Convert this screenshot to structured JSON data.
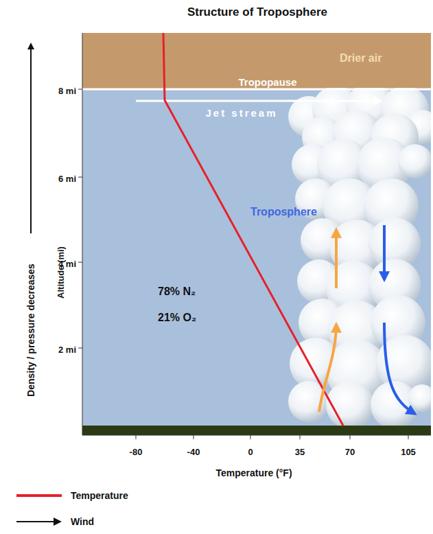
{
  "diagram": {
    "title": "Structure of Troposphere",
    "nodes": [
      {
        "text": [
          "Drier air"
        ]
      },
      {
        "text": [
          "Troposphere"
        ]
      }
    ],
    "labels": [
      "Tropopause",
      "Jet stream",
      "78% N₂",
      "21% O₂",
      "8 mi",
      "6 mi",
      "4 mi",
      "2 mi",
      "Altitude (mi)",
      "Density / pressure decreases",
      "-80",
      "-40",
      "0",
      "35",
      "70",
      "105",
      "Temperature (°F)"
    ],
    "legend": [
      {
        "text": "Temperature"
      },
      {
        "text": "Wind"
      }
    ]
  }
}
